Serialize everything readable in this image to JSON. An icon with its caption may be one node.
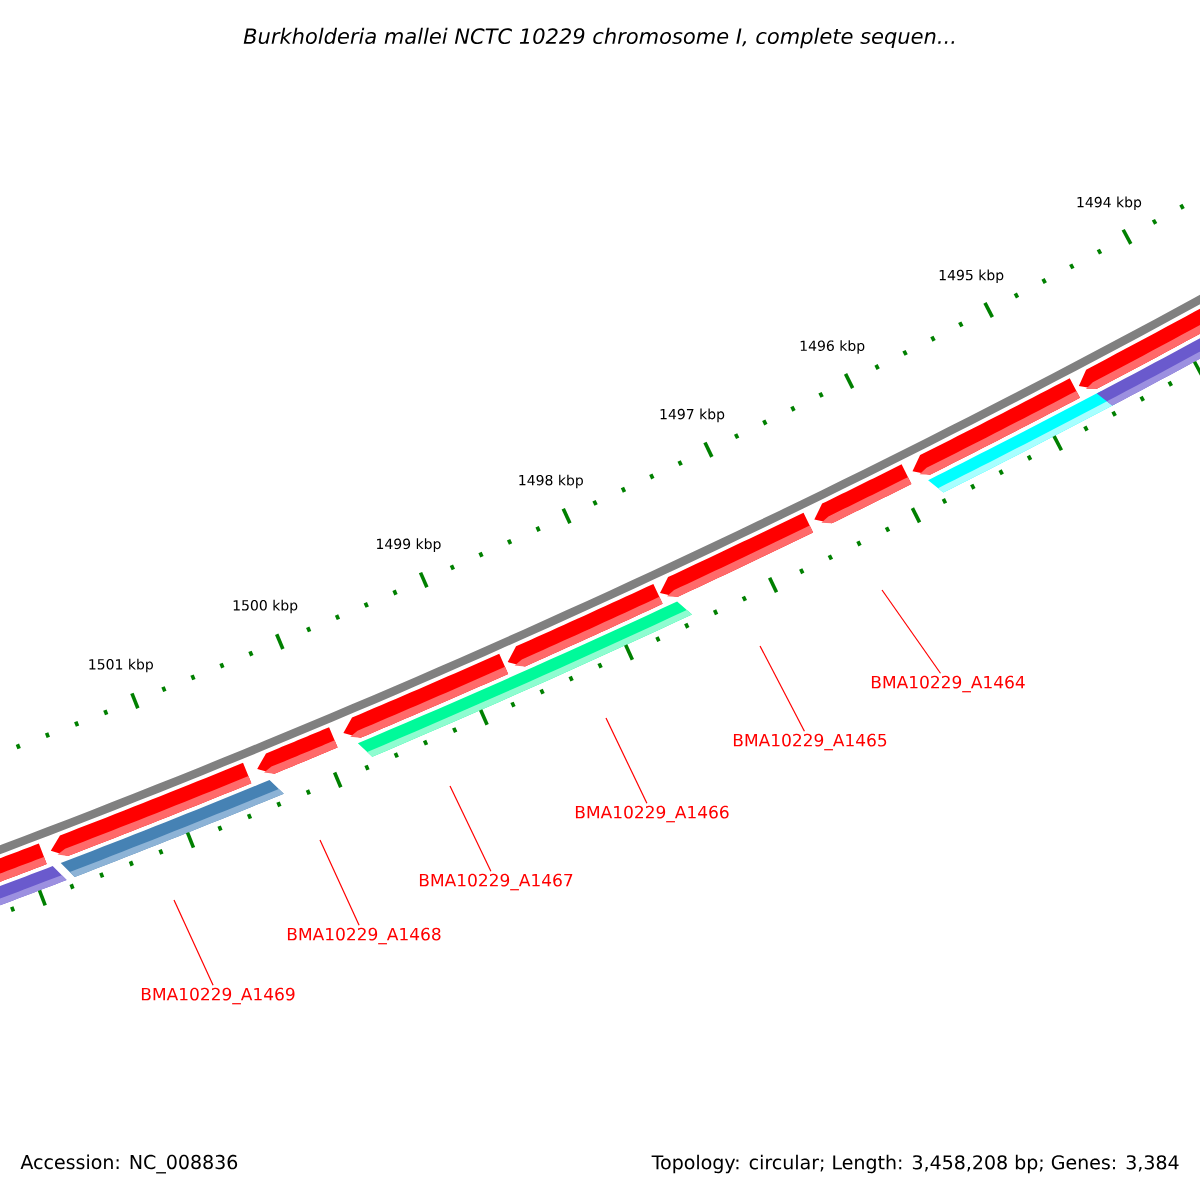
{
  "diagram": {
    "title": "Burkholderia mallei NCTC 10229 chromosome I, complete sequen...",
    "nodes": [
      {
        "text": [
          "BMA10229_A1464"
        ]
      },
      {
        "text": [
          "BMA10229_A1465"
        ]
      },
      {
        "text": [
          "BMA10229_A1466"
        ]
      },
      {
        "text": [
          "BMA10229_A1467"
        ]
      },
      {
        "text": [
          "BMA10229_A1468"
        ]
      },
      {
        "text": [
          "BMA10229_A1469"
        ]
      }
    ],
    "edges": [
      {
        "from": 0,
        "to": null,
        "arrow": "none"
      },
      {
        "from": 1,
        "to": null,
        "arrow": "none"
      },
      {
        "from": 2,
        "to": null,
        "arrow": "none"
      },
      {
        "from": 3,
        "to": null,
        "arrow": "none"
      },
      {
        "from": 4,
        "to": null,
        "arrow": "none"
      },
      {
        "from": 5,
        "to": null,
        "arrow": "none"
      }
    ],
    "labels": [
      "1494 kbp",
      "1495 kbp",
      "1496 kbp",
      "1497 kbp",
      "1498 kbp",
      "1499 kbp",
      "1500 kbp",
      "1501 kbp",
      "Accession: NC_008836",
      "Topology: circular; Length: 3,458,208 bp; Genes: 3,384"
    ]
  }
}
